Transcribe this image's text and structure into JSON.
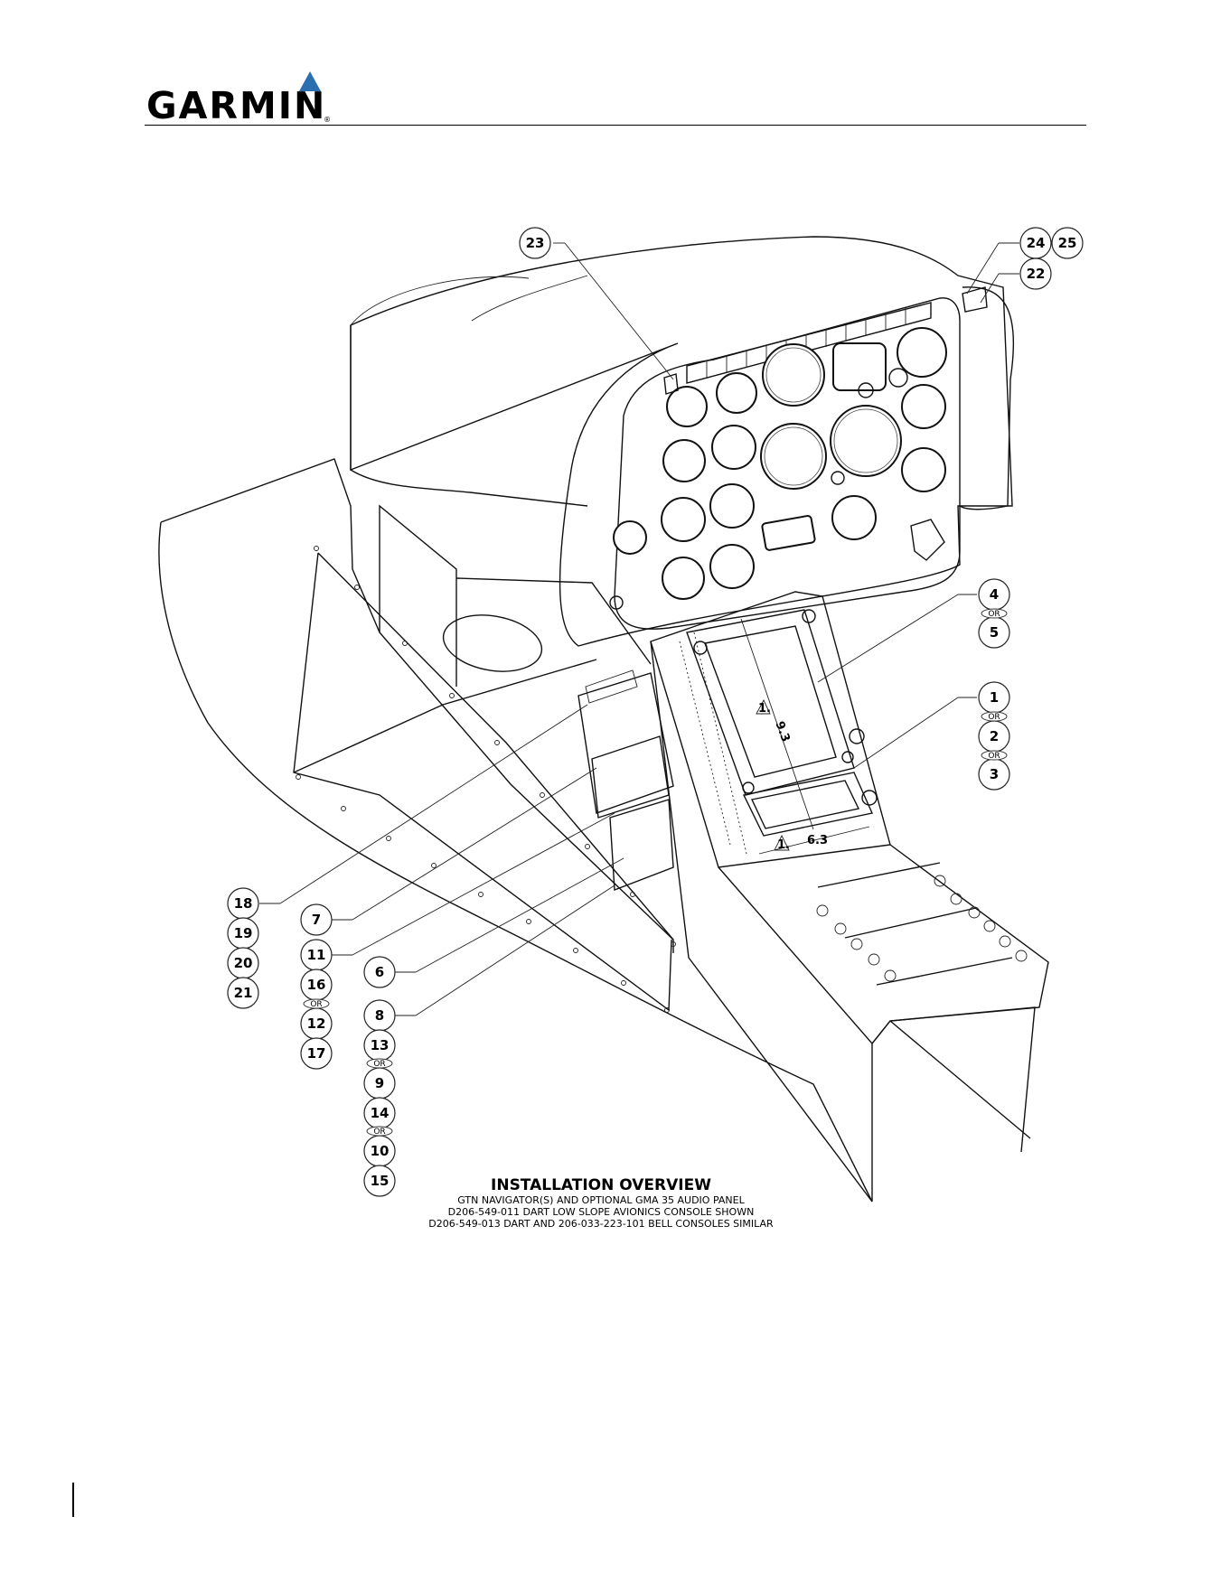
{
  "header": {
    "brand": "GARMIN",
    "reg_mark": "®"
  },
  "caption": {
    "title": "INSTALLATION OVERVIEW",
    "line1": "GTN NAVIGATOR(S) AND OPTIONAL GMA 35 AUDIO PANEL",
    "line2": "D206-549-011 DART LOW SLOPE AVIONICS CONSOLE SHOWN",
    "line3": "D206-549-013 DART AND 206-033-223-101 BELL CONSOLES SIMILAR"
  },
  "or_label": "OR",
  "dimensions": {
    "height": "9.3",
    "width": "6.3",
    "note_flag": "1."
  },
  "callouts": {
    "c1": "1",
    "c2": "2",
    "c3": "3",
    "c4": "4",
    "c5": "5",
    "c6": "6",
    "c7": "7",
    "c8": "8",
    "c9": "9",
    "c10": "10",
    "c11": "11",
    "c12": "12",
    "c13": "13",
    "c14": "14",
    "c15": "15",
    "c16": "16",
    "c17": "17",
    "c18": "18",
    "c19": "19",
    "c20": "20",
    "c21": "21",
    "c22": "22",
    "c23": "23",
    "c24": "24",
    "c25": "25"
  }
}
